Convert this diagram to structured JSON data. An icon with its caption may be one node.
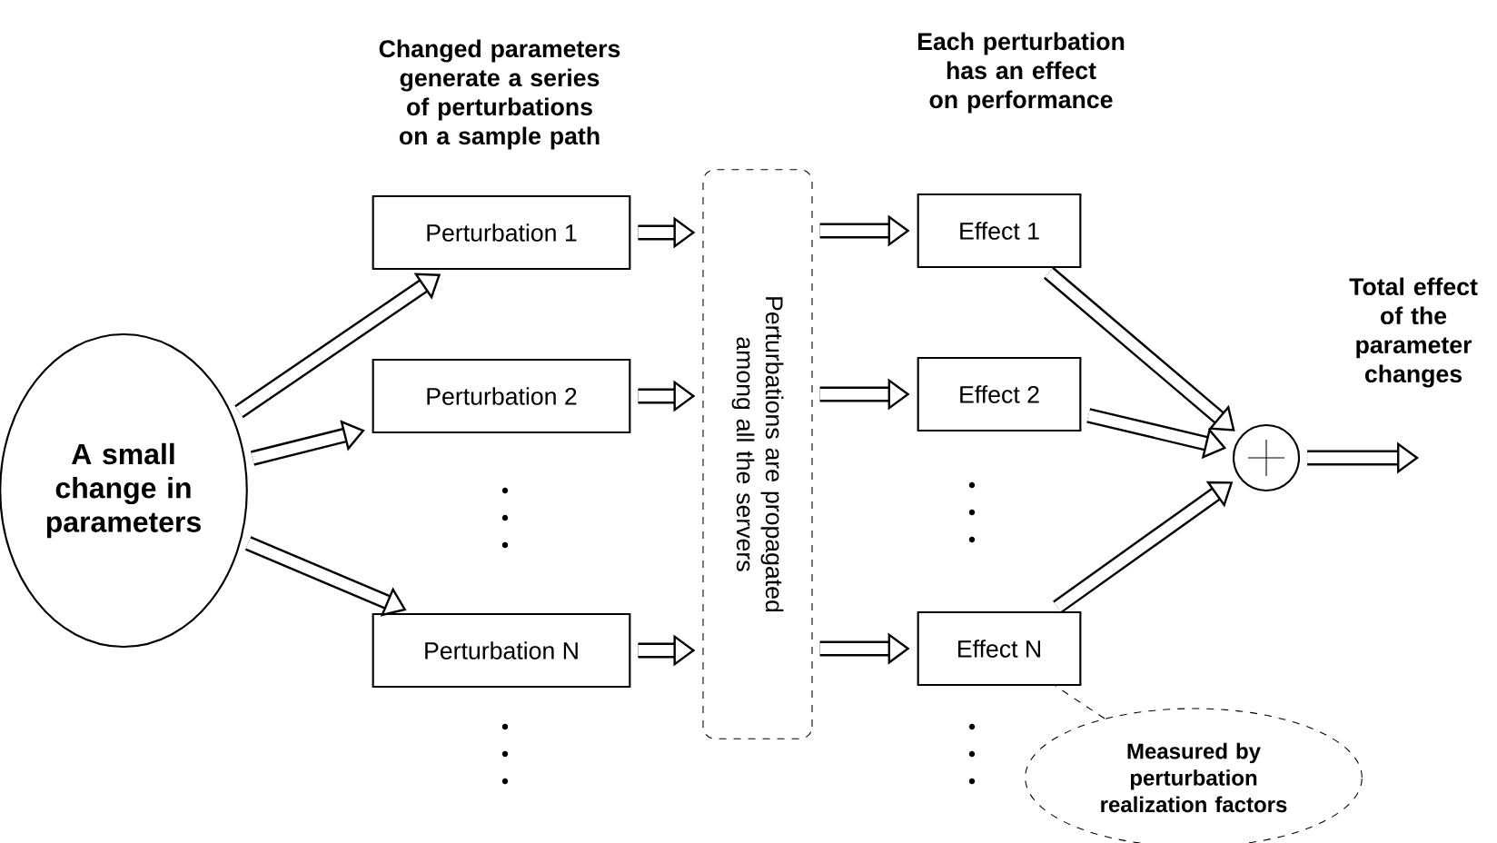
{
  "diagram": {
    "nodes": [
      {
        "text": [
          "A small change in parameters"
        ]
      },
      {
        "text": [
          "Perturbation 1"
        ]
      },
      {
        "text": [
          "Perturbation 2"
        ]
      },
      {
        "text": [
          "Perturbation N"
        ]
      },
      {
        "text": [
          "Perturbations are propagated among all the servers"
        ]
      },
      {
        "text": [
          "Effect 1"
        ]
      },
      {
        "text": [
          "Effect 2"
        ]
      },
      {
        "text": [
          "Effect N"
        ]
      },
      {
        "text": [],
        "shape": "circle"
      },
      {
        "text": [
          "Measured by perturbation realization factors"
        ]
      }
    ],
    "edges": [
      {
        "from": 0,
        "to": 1,
        "arrow": "to"
      },
      {
        "from": 0,
        "to": 2,
        "arrow": "to"
      },
      {
        "from": 0,
        "to": 3,
        "arrow": "to"
      },
      {
        "from": 1,
        "to": 4,
        "arrow": "to"
      },
      {
        "from": 2,
        "to": 4,
        "arrow": "to"
      },
      {
        "from": 3,
        "to": 4,
        "arrow": "to"
      },
      {
        "from": 4,
        "to": 5,
        "arrow": "to"
      },
      {
        "from": 4,
        "to": 6,
        "arrow": "to"
      },
      {
        "from": 4,
        "to": 7,
        "arrow": "to"
      },
      {
        "from": 5,
        "to": 8,
        "arrow": "to"
      },
      {
        "from": 6,
        "to": 8,
        "arrow": "to"
      },
      {
        "from": 7,
        "to": 8,
        "arrow": "to"
      },
      {
        "from": 8,
        "to": null,
        "arrow": "to"
      },
      {
        "from": 9,
        "to": 7,
        "arrow": "none",
        "style": "dashed"
      }
    ],
    "labels": [
      "Changed parameters generate a series of perturbations on a sample path",
      "Each perturbation has an effect on performance",
      "Total effect of the parameter changes"
    ]
  }
}
